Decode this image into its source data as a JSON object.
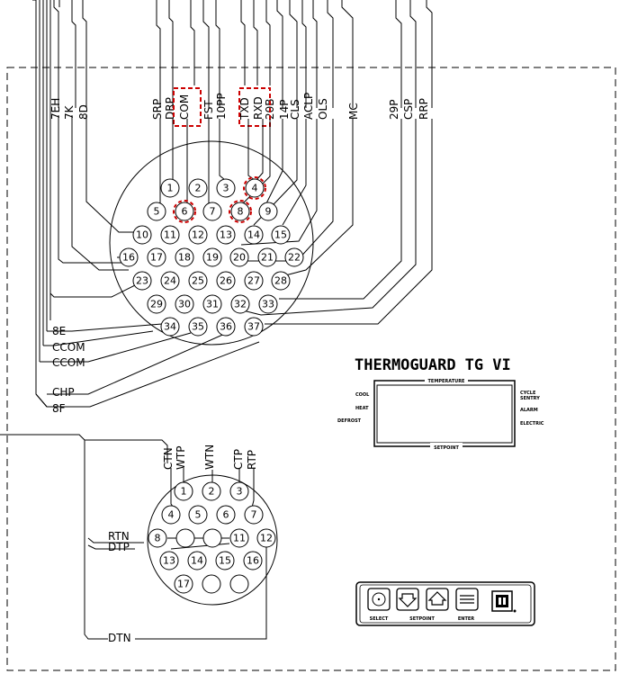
{
  "top_connector": {
    "top_labels": [
      "7EH",
      "7K",
      "8D",
      "SRP",
      "DRP",
      "COM",
      "FST",
      "10PP",
      "TXD",
      "RXD",
      "20B",
      "14P",
      "CLS",
      "ACLP",
      "OLS",
      "MC",
      "29P",
      "CSP",
      "RRP"
    ],
    "side_labels": [
      "8E",
      "CCOM",
      "CCOM",
      "CHP",
      "8F"
    ],
    "pins": [
      "1",
      "2",
      "3",
      "4",
      "5",
      "6",
      "7",
      "8",
      "9",
      "10",
      "11",
      "12",
      "13",
      "14",
      "15",
      "16",
      "17",
      "18",
      "19",
      "20",
      "21",
      "22",
      "23",
      "24",
      "25",
      "26",
      "27",
      "28",
      "29",
      "30",
      "31",
      "32",
      "33",
      "34",
      "35",
      "36",
      "37"
    ],
    "highlighted_pins": [
      "4",
      "6",
      "8"
    ],
    "highlighted_labels": [
      "COM",
      "TXD",
      "RXD"
    ]
  },
  "bottom_connector": {
    "top_labels": [
      "CTN",
      "WTP",
      "WTN",
      "CTP",
      "RTP"
    ],
    "side_labels": [
      "RTN",
      "DTP",
      "DTN"
    ],
    "pins": [
      "1",
      "2",
      "3",
      "4",
      "5",
      "6",
      "7",
      "8",
      "11",
      "12",
      "13",
      "14",
      "15",
      "16",
      "17"
    ]
  },
  "device": {
    "brand": "THERMOGUARD",
    "model": "TG VI",
    "display_top_label": "TEMPERATURE",
    "display_bottom_label": "SETPOINT",
    "left_labels": [
      "COOL",
      "HEAT",
      "DEFROST"
    ],
    "right_labels": [
      "CYCLE SENTRY",
      "ALARM",
      "ELECTRIC"
    ],
    "buttons": [
      "SELECT",
      "SETPOINT",
      "ENTER"
    ]
  },
  "colors": {
    "line": "#000000",
    "highlight": "#cc0000"
  }
}
